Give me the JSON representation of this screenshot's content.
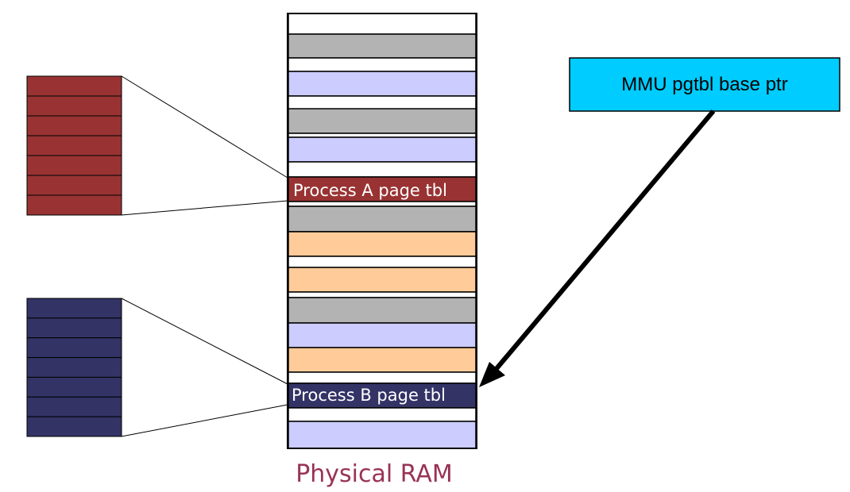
{
  "colors": {
    "gray": "#b3b3b3",
    "lavender": "#ccccff",
    "peach": "#ffcc99",
    "white": "#ffffff",
    "process_a": "#993333",
    "process_b": "#333366",
    "mmu_box": "#00ccff",
    "ram_label": "#993355",
    "line": "#000000"
  },
  "ram": {
    "label": "Physical RAM",
    "blocks": [
      {
        "kind": "white"
      },
      {
        "kind": "gray"
      },
      {
        "kind": "white"
      },
      {
        "kind": "lavender"
      },
      {
        "kind": "white"
      },
      {
        "kind": "gray"
      },
      {
        "kind": "white"
      },
      {
        "kind": "lavender"
      },
      {
        "kind": "white"
      },
      {
        "kind": "process_a"
      },
      {
        "kind": "white"
      },
      {
        "kind": "gray"
      },
      {
        "kind": "white"
      },
      {
        "kind": "peach"
      },
      {
        "kind": "white"
      },
      {
        "kind": "peach"
      },
      {
        "kind": "white"
      },
      {
        "kind": "gray"
      },
      {
        "kind": "lavender"
      },
      {
        "kind": "peach"
      },
      {
        "kind": "white"
      },
      {
        "kind": "process_b"
      },
      {
        "kind": "white"
      },
      {
        "kind": "lavender"
      },
      {
        "kind": "white"
      }
    ]
  },
  "process_a": {
    "label": "Process A page tbl",
    "entries": 7
  },
  "process_b": {
    "label": "Process B page tbl",
    "entries": 7
  },
  "mmu": {
    "label": "MMU pgtbl base ptr"
  }
}
